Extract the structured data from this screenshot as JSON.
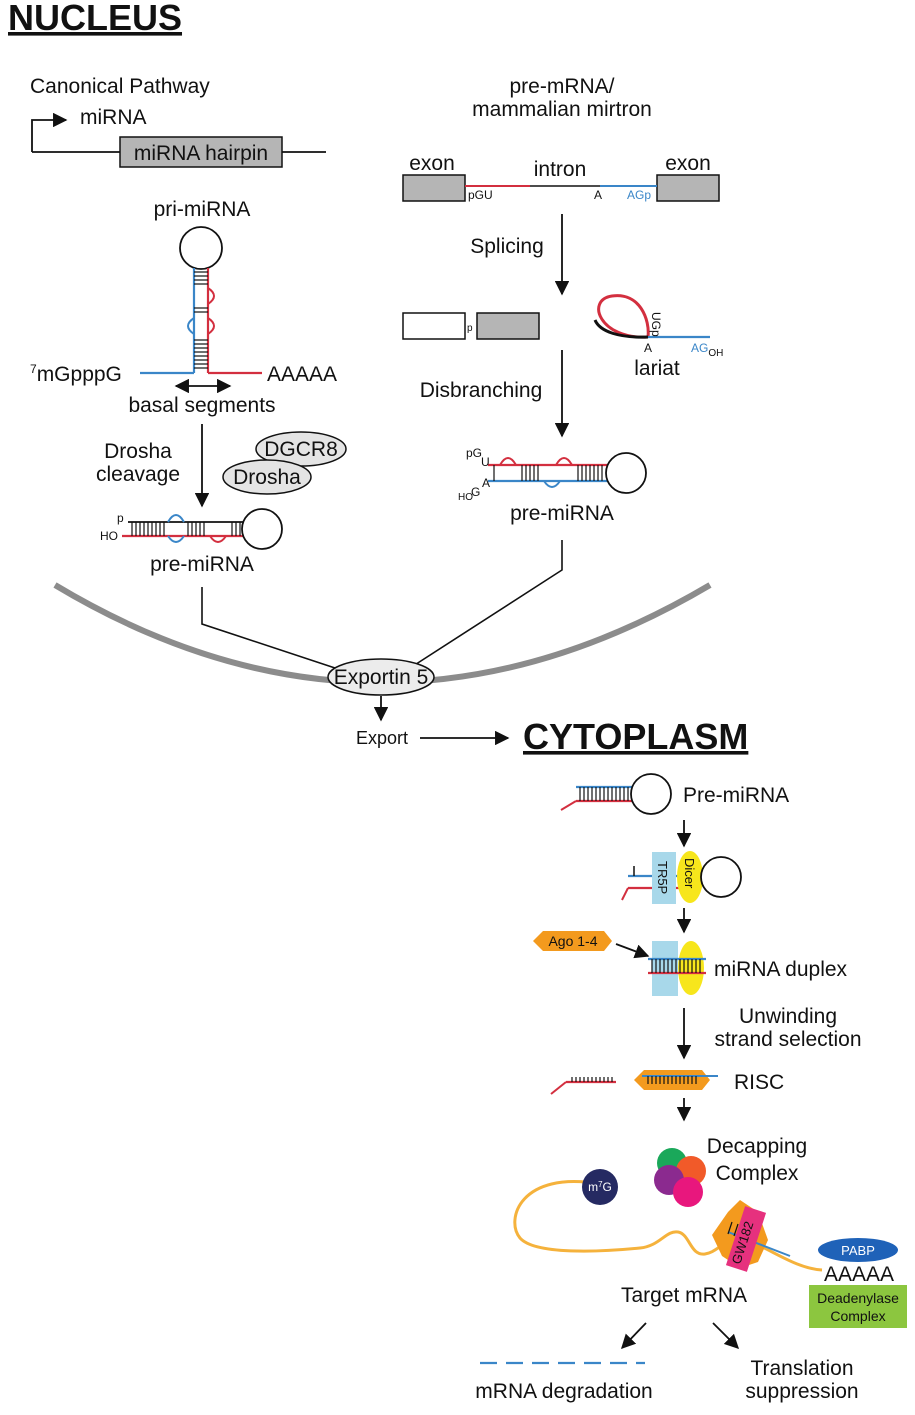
{
  "nucleus": {
    "title": "NUCLEUS",
    "canonical": {
      "pathway_label": "Canonical Pathway",
      "gene_label": "miRNA",
      "hairpin_label": "miRNA hairpin",
      "pri_label": "pri-miRNA",
      "cap_sup": "7",
      "cap_text": "mGpppG",
      "polya": "AAAAA",
      "basal_label": "basal segments",
      "drosha_step_line1": "Drosha",
      "drosha_step_line2": "cleavage",
      "dgcr8": "DGCR8",
      "drosha": "Drosha",
      "p_mark": "p",
      "ho_mark": "HO",
      "pre_label": "pre-miRNA"
    },
    "mirtron": {
      "title_line1": "pre-mRNA/",
      "title_line2": "mammalian mirtron",
      "exon_left": "exon",
      "intron": "intron",
      "exon_right": "exon",
      "pgu": "pGU",
      "branch_a": "A",
      "agp": "AGp",
      "splicing": "Splicing",
      "p_mark": "p",
      "ugp": "UGp",
      "lariat_a": "A",
      "ag": "AG",
      "oh": "OH",
      "lariat": "lariat",
      "debranching": "Disbranching",
      "pg": "pG",
      "u": "U",
      "a": "A",
      "g": "G",
      "ho": "HO",
      "pre_label": "pre-miRNA"
    },
    "exportin": "Exportin 5",
    "export": "Export"
  },
  "cytoplasm": {
    "title": "CYTOPLASM",
    "pre_label": "Pre-miRNA",
    "tr5p": "TR5P",
    "dicer": "Dicer",
    "ago": "Ago 1-4",
    "duplex": "miRNA duplex",
    "unwinding_line1": "Unwinding",
    "unwinding_line2": "strand selection",
    "risc": "RISC",
    "decap_line1": "Decapping",
    "decap_line2": "Complex",
    "m7g_base": "m",
    "m7g_sup": "7",
    "m7g_end": "G",
    "gw182": "GW182",
    "pabp": "PABP",
    "polya": "AAAAA",
    "deadenylase_line1": "Deadenylase",
    "deadenylase_line2": "Complex",
    "target": "Target mRNA",
    "degradation": "mRNA degradation",
    "translation_line1": "Translation",
    "translation_line2": "suppression"
  },
  "colors": {
    "red_strand": "#d32f3f",
    "blue_strand": "#3a86c8",
    "gray_box": "#b5b5b5",
    "nuclear_envelope": "#8c8c8c",
    "orange_ago": "#f39a1e",
    "yellow_dicer": "#f7e61c",
    "cyan_tr5p": "#a8d8ea",
    "pink_gw182": "#e6317e",
    "navy_m7g": "#252a62",
    "blue_pabp": "#1f62b8",
    "green_deadenylase": "#8cc63f",
    "mrna_orange": "#f5b23c"
  }
}
